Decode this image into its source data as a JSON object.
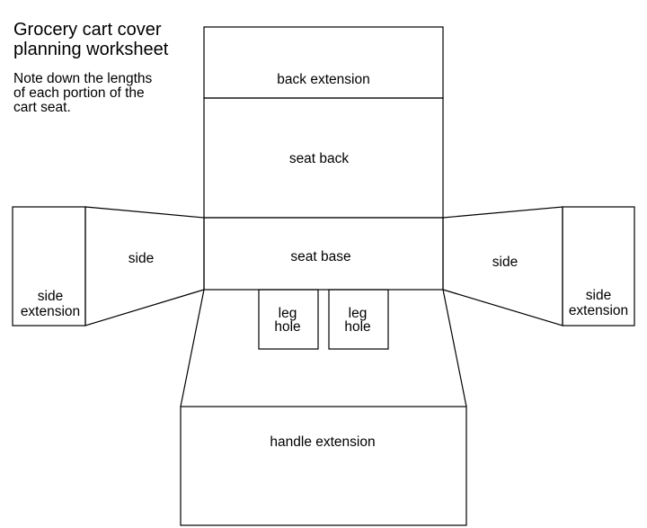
{
  "title_line1": "Grocery cart cover",
  "title_line2": "planning worksheet",
  "note_line1": "Note down the lengths",
  "note_line2": "of each portion of the",
  "note_line3": "cart seat.",
  "labels": {
    "back_extension": "back extension",
    "seat_back": "seat back",
    "seat_base": "seat base",
    "side_left": "side",
    "side_right": "side",
    "side_extension_left_1": "side",
    "side_extension_left_2": "extension",
    "side_extension_right_1": "side",
    "side_extension_right_2": "extension",
    "leg_hole_left_1": "leg",
    "leg_hole_left_2": "hole",
    "leg_hole_right_1": "leg",
    "leg_hole_right_2": "hole",
    "handle_extension": "handle extension"
  }
}
